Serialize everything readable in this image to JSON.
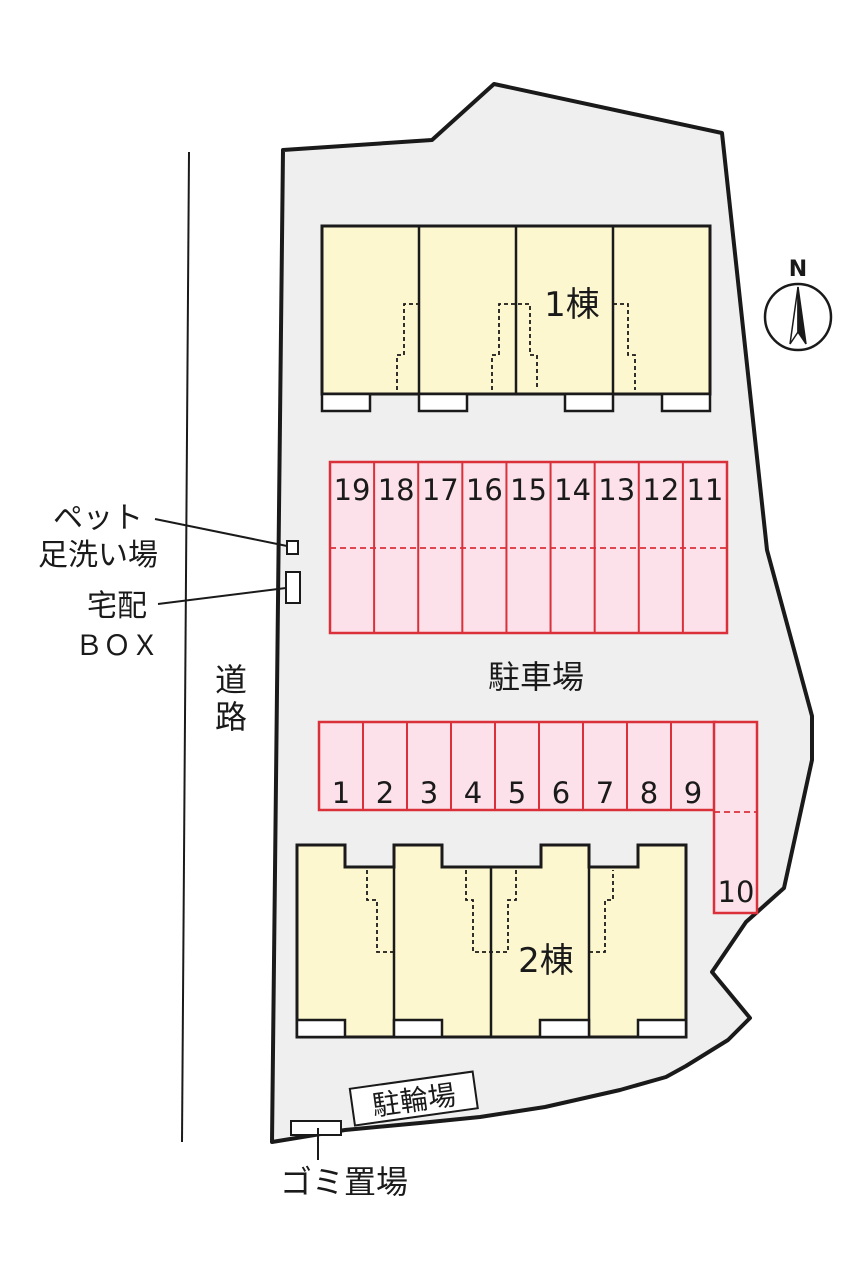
{
  "compass": {
    "label": "N"
  },
  "road": {
    "label_line1": "道",
    "label_line2": "路"
  },
  "building1": {
    "label": "1棟"
  },
  "building2": {
    "label": "2棟"
  },
  "parking": {
    "label": "駐車場",
    "row_top_numbers": [
      "19",
      "18",
      "17",
      "16",
      "15",
      "14",
      "13",
      "12",
      "11"
    ],
    "row_bottom_numbers": [
      "1",
      "2",
      "3",
      "4",
      "5",
      "6",
      "7",
      "8",
      "9"
    ],
    "extra_space": "10"
  },
  "pet_wash": {
    "line1": "ペット",
    "line2": "足洗い場"
  },
  "delivery_box": {
    "line1": "宅配",
    "line2": "ＢＯＸ"
  },
  "bike_parking": {
    "label": "駐輪場"
  },
  "garbage": {
    "label": "ゴミ置場"
  },
  "colors": {
    "site": "#efefef",
    "building": "#fdf7d0",
    "parking_fill": "#fce1ea",
    "parking_line": "#d9303a",
    "outline": "#1a1a1a"
  }
}
